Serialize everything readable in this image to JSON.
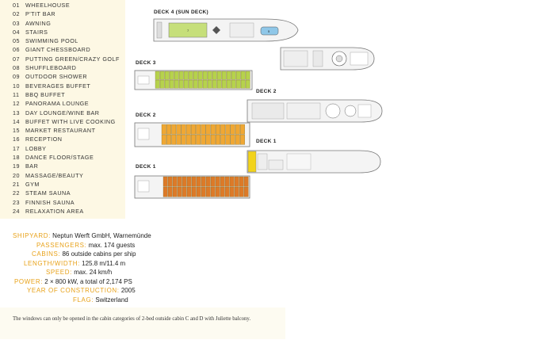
{
  "legend": [
    {
      "num": "01",
      "label": "WHEELHOUSE"
    },
    {
      "num": "02",
      "label": "P'TIT BAR"
    },
    {
      "num": "03",
      "label": "AWNING"
    },
    {
      "num": "04",
      "label": "STAIRS"
    },
    {
      "num": "05",
      "label": "SWIMMING POOL"
    },
    {
      "num": "06",
      "label": "GIANT CHESSBOARD"
    },
    {
      "num": "07",
      "label": "PUTTING GREEN/CRAZY GOLF"
    },
    {
      "num": "08",
      "label": "SHUFFLEBOARD"
    },
    {
      "num": "09",
      "label": "OUTDOOR SHOWER"
    },
    {
      "num": "10",
      "label": "BEVERAGES BUFFET"
    },
    {
      "num": "11",
      "label": "BBQ BUFFET"
    },
    {
      "num": "12",
      "label": "PANORAMA LOUNGE"
    },
    {
      "num": "13",
      "label": "DAY LOUNGE/WINE BAR"
    },
    {
      "num": "14",
      "label": "BUFFET WITH LIVE COOKING"
    },
    {
      "num": "15",
      "label": "MARKET RESTAURANT"
    },
    {
      "num": "16",
      "label": "RECEPTION"
    },
    {
      "num": "17",
      "label": "LOBBY"
    },
    {
      "num": "18",
      "label": "DANCE FLOOR/STAGE"
    },
    {
      "num": "19",
      "label": "BAR"
    },
    {
      "num": "20",
      "label": "MASSAGE/BEAUTY"
    },
    {
      "num": "21",
      "label": "GYM"
    },
    {
      "num": "22",
      "label": "STEAM SAUNA"
    },
    {
      "num": "23",
      "label": "FINNISH SAUNA"
    },
    {
      "num": "24",
      "label": "RELAXATION AREA"
    }
  ],
  "decks": {
    "deck4": "DECK 4 (SUN DECK)",
    "deck3": "DECK 3",
    "deck2": "DECK 2",
    "deck1": "DECK 1"
  },
  "specs": [
    {
      "label": "SHIPYARD:",
      "value": "Neptun Werft GmbH, Warnemünde"
    },
    {
      "label": "PASSENGERS:",
      "value": "max. 174 guests"
    },
    {
      "label": "CABINS:",
      "value": "86 outside cabins per ship"
    },
    {
      "label": "LENGTH/WIDTH:",
      "value": "125.8 m/11.4 m"
    },
    {
      "label": "SPEED:",
      "value": "max. 24 km/h"
    },
    {
      "label": "POWER:",
      "value": "2 × 800 kW, a total of 2,174 PS"
    },
    {
      "label": "YEAR OF CONSTRUCTION:",
      "value": "2005"
    },
    {
      "label": "FLAG:",
      "value": "Switzerland"
    }
  ],
  "note": "The windows can only be opened in the cabin categories of 2-bed outside cabin C and D with Juliette balcony.",
  "colors": {
    "accent": "#e8a21a",
    "deck3_cabins": "#b6d24c",
    "deck2_cabins": "#f0a733",
    "deck1_cabins": "#dc7a28",
    "deck1_yellow": "#f2d31b",
    "pool": "#8fc7e8"
  }
}
